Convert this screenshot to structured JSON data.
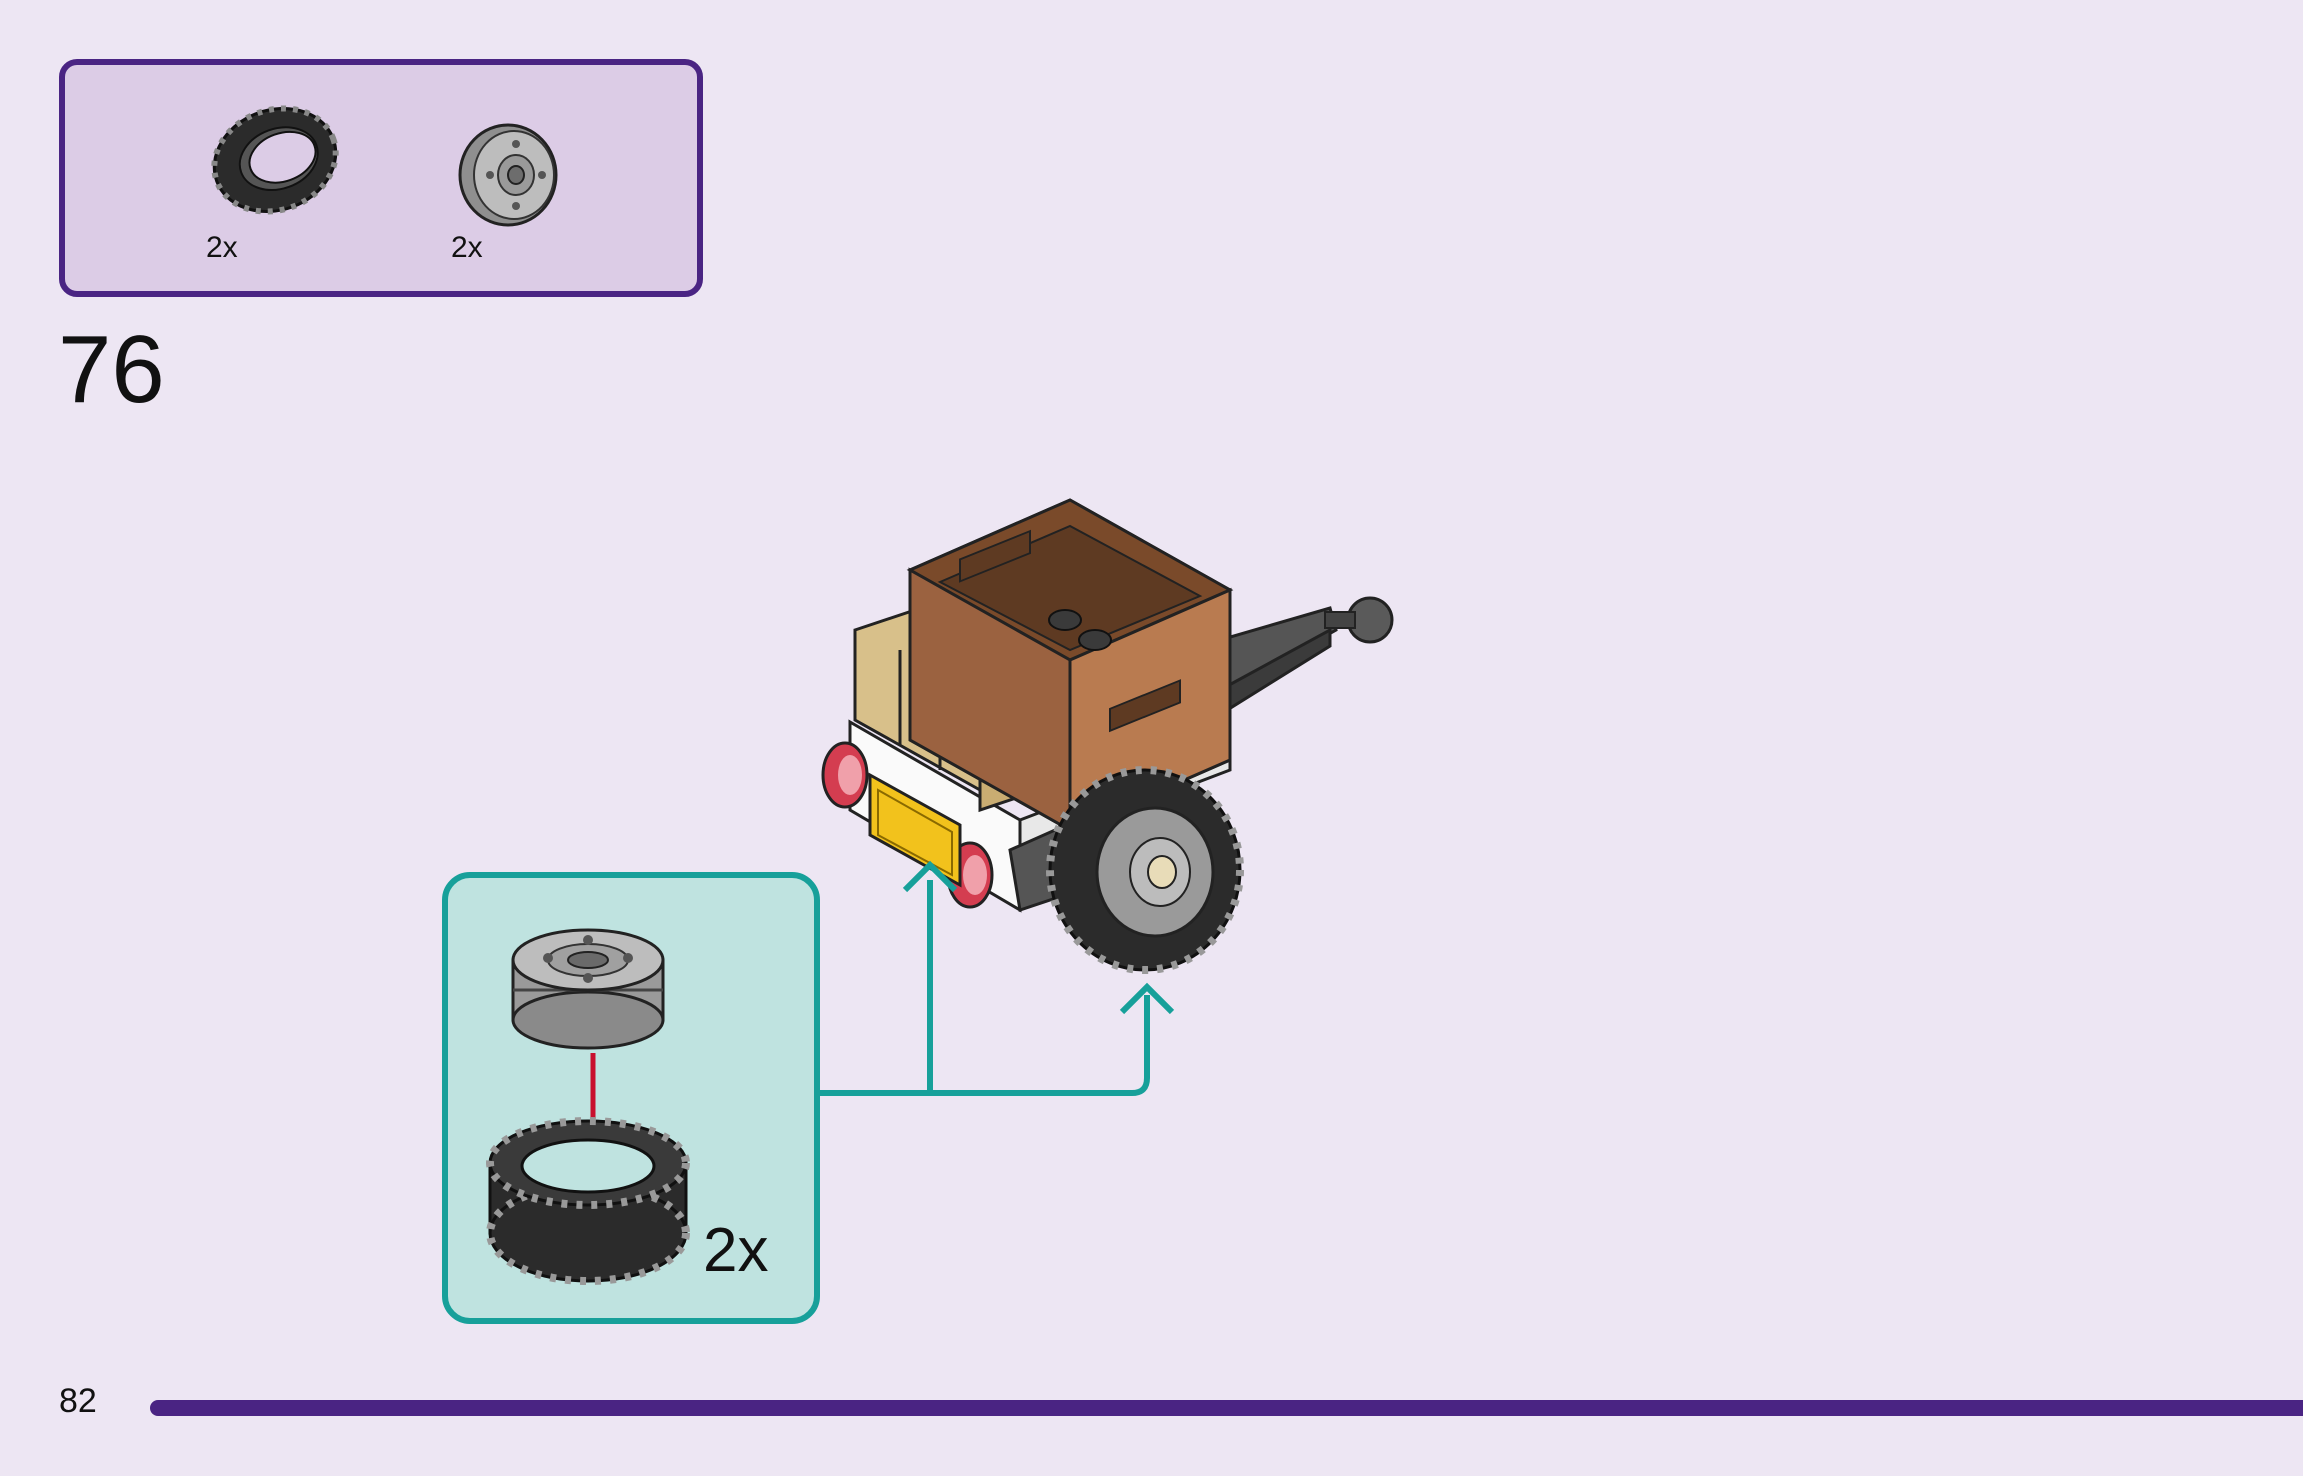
{
  "parts_list": {
    "items": [
      {
        "icon": "tire-icon",
        "qty": "2x"
      },
      {
        "icon": "wheel-rim-icon",
        "qty": "2x"
      }
    ]
  },
  "step": {
    "number": "76"
  },
  "subassembly": {
    "qty": "2x"
  },
  "page": {
    "number": "82"
  },
  "colors": {
    "accent_purple": "#4a2483",
    "callout_teal": "#17a09a",
    "page_background": "#ede6f3",
    "license_plate": "#f2c21c",
    "crate_brown": "#a96b43",
    "tan_bricks": "#d8c08a"
  }
}
